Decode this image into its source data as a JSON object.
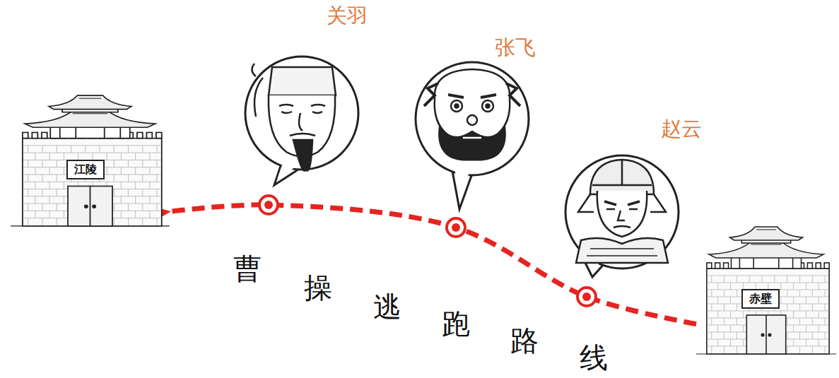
{
  "diagram": {
    "nodes": [
      {
        "text": [
          "江陵"
        ]
      },
      {
        "text": [
          "赤壁"
        ]
      }
    ],
    "edges": [
      {
        "from": 1,
        "to": 0,
        "arrow": "to"
      }
    ],
    "labels": [
      "关羽",
      "张飞",
      "赵云",
      "曹操逃跑路线"
    ]
  }
}
